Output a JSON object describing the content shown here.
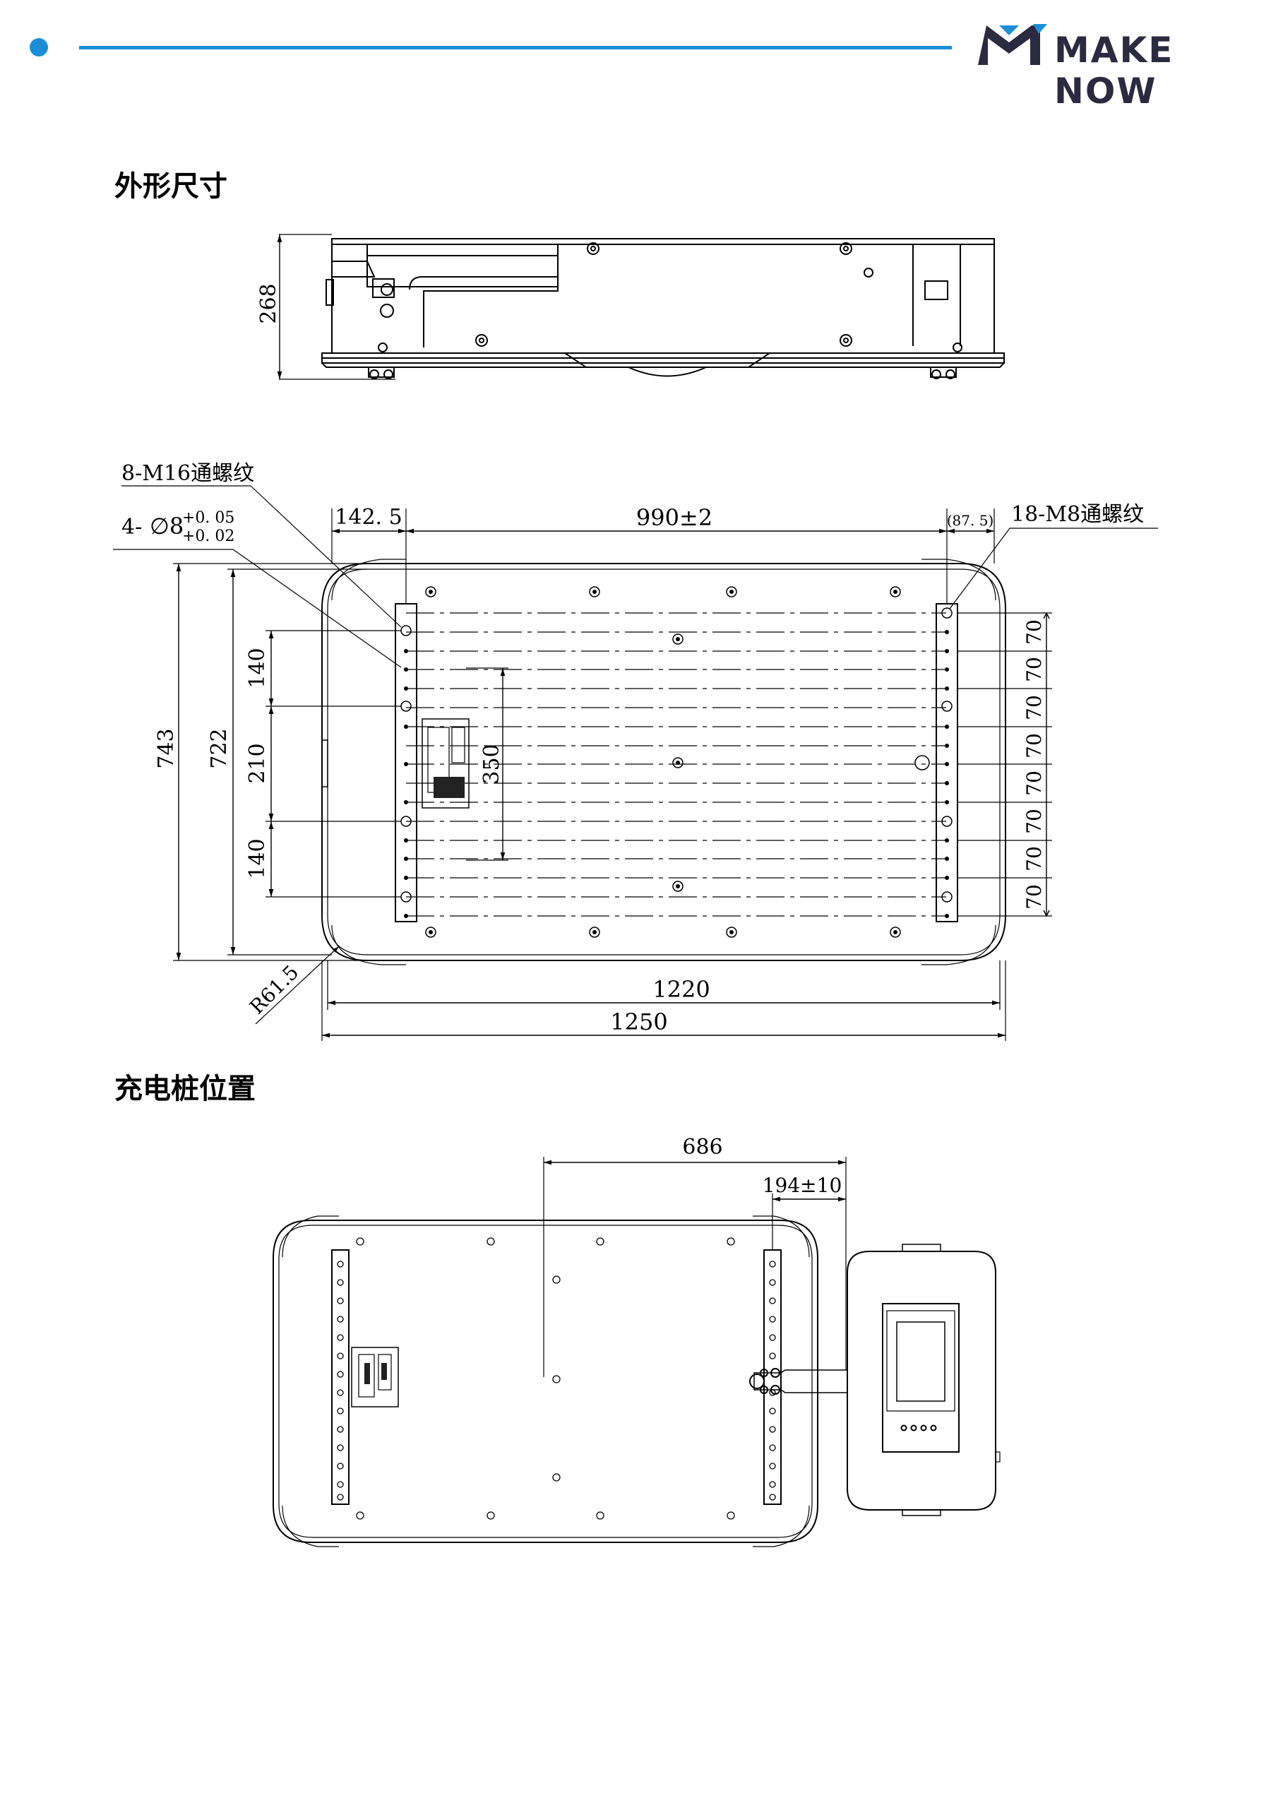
{
  "header": {
    "brand": "MAKE NOW",
    "accent_color": "#1a8fd8",
    "logo_icon": "mn-logo-icon"
  },
  "sections": {
    "dimensions_title": "外形尺寸",
    "charger_title": "充电桩位置"
  },
  "side_view": {
    "height_label": "268"
  },
  "top_view": {
    "thread_m16": "8-M16通螺纹",
    "hole_prefix": "4-",
    "hole_symbol": "∅8",
    "hole_tol_upper": "+0. 05",
    "hole_tol_lower": "+0. 02",
    "thread_m8": "18-M8通螺纹",
    "dim_left_offset": "142. 5",
    "dim_span": "990±2",
    "dim_ref": "(87. 5)",
    "dim_total_height": "743",
    "dim_inner_height": "722",
    "dim_140_top": "140",
    "dim_210": "210",
    "dim_140_bottom": "140",
    "dim_350": "350",
    "dim_pitch": [
      "70",
      "70",
      "70",
      "70",
      "70",
      "70",
      "70",
      "70"
    ],
    "dim_radius": "R61.5",
    "dim_inner_width": "1220",
    "dim_total_width": "1250"
  },
  "charger_view": {
    "dim_686": "686",
    "dim_194": "194±10"
  }
}
